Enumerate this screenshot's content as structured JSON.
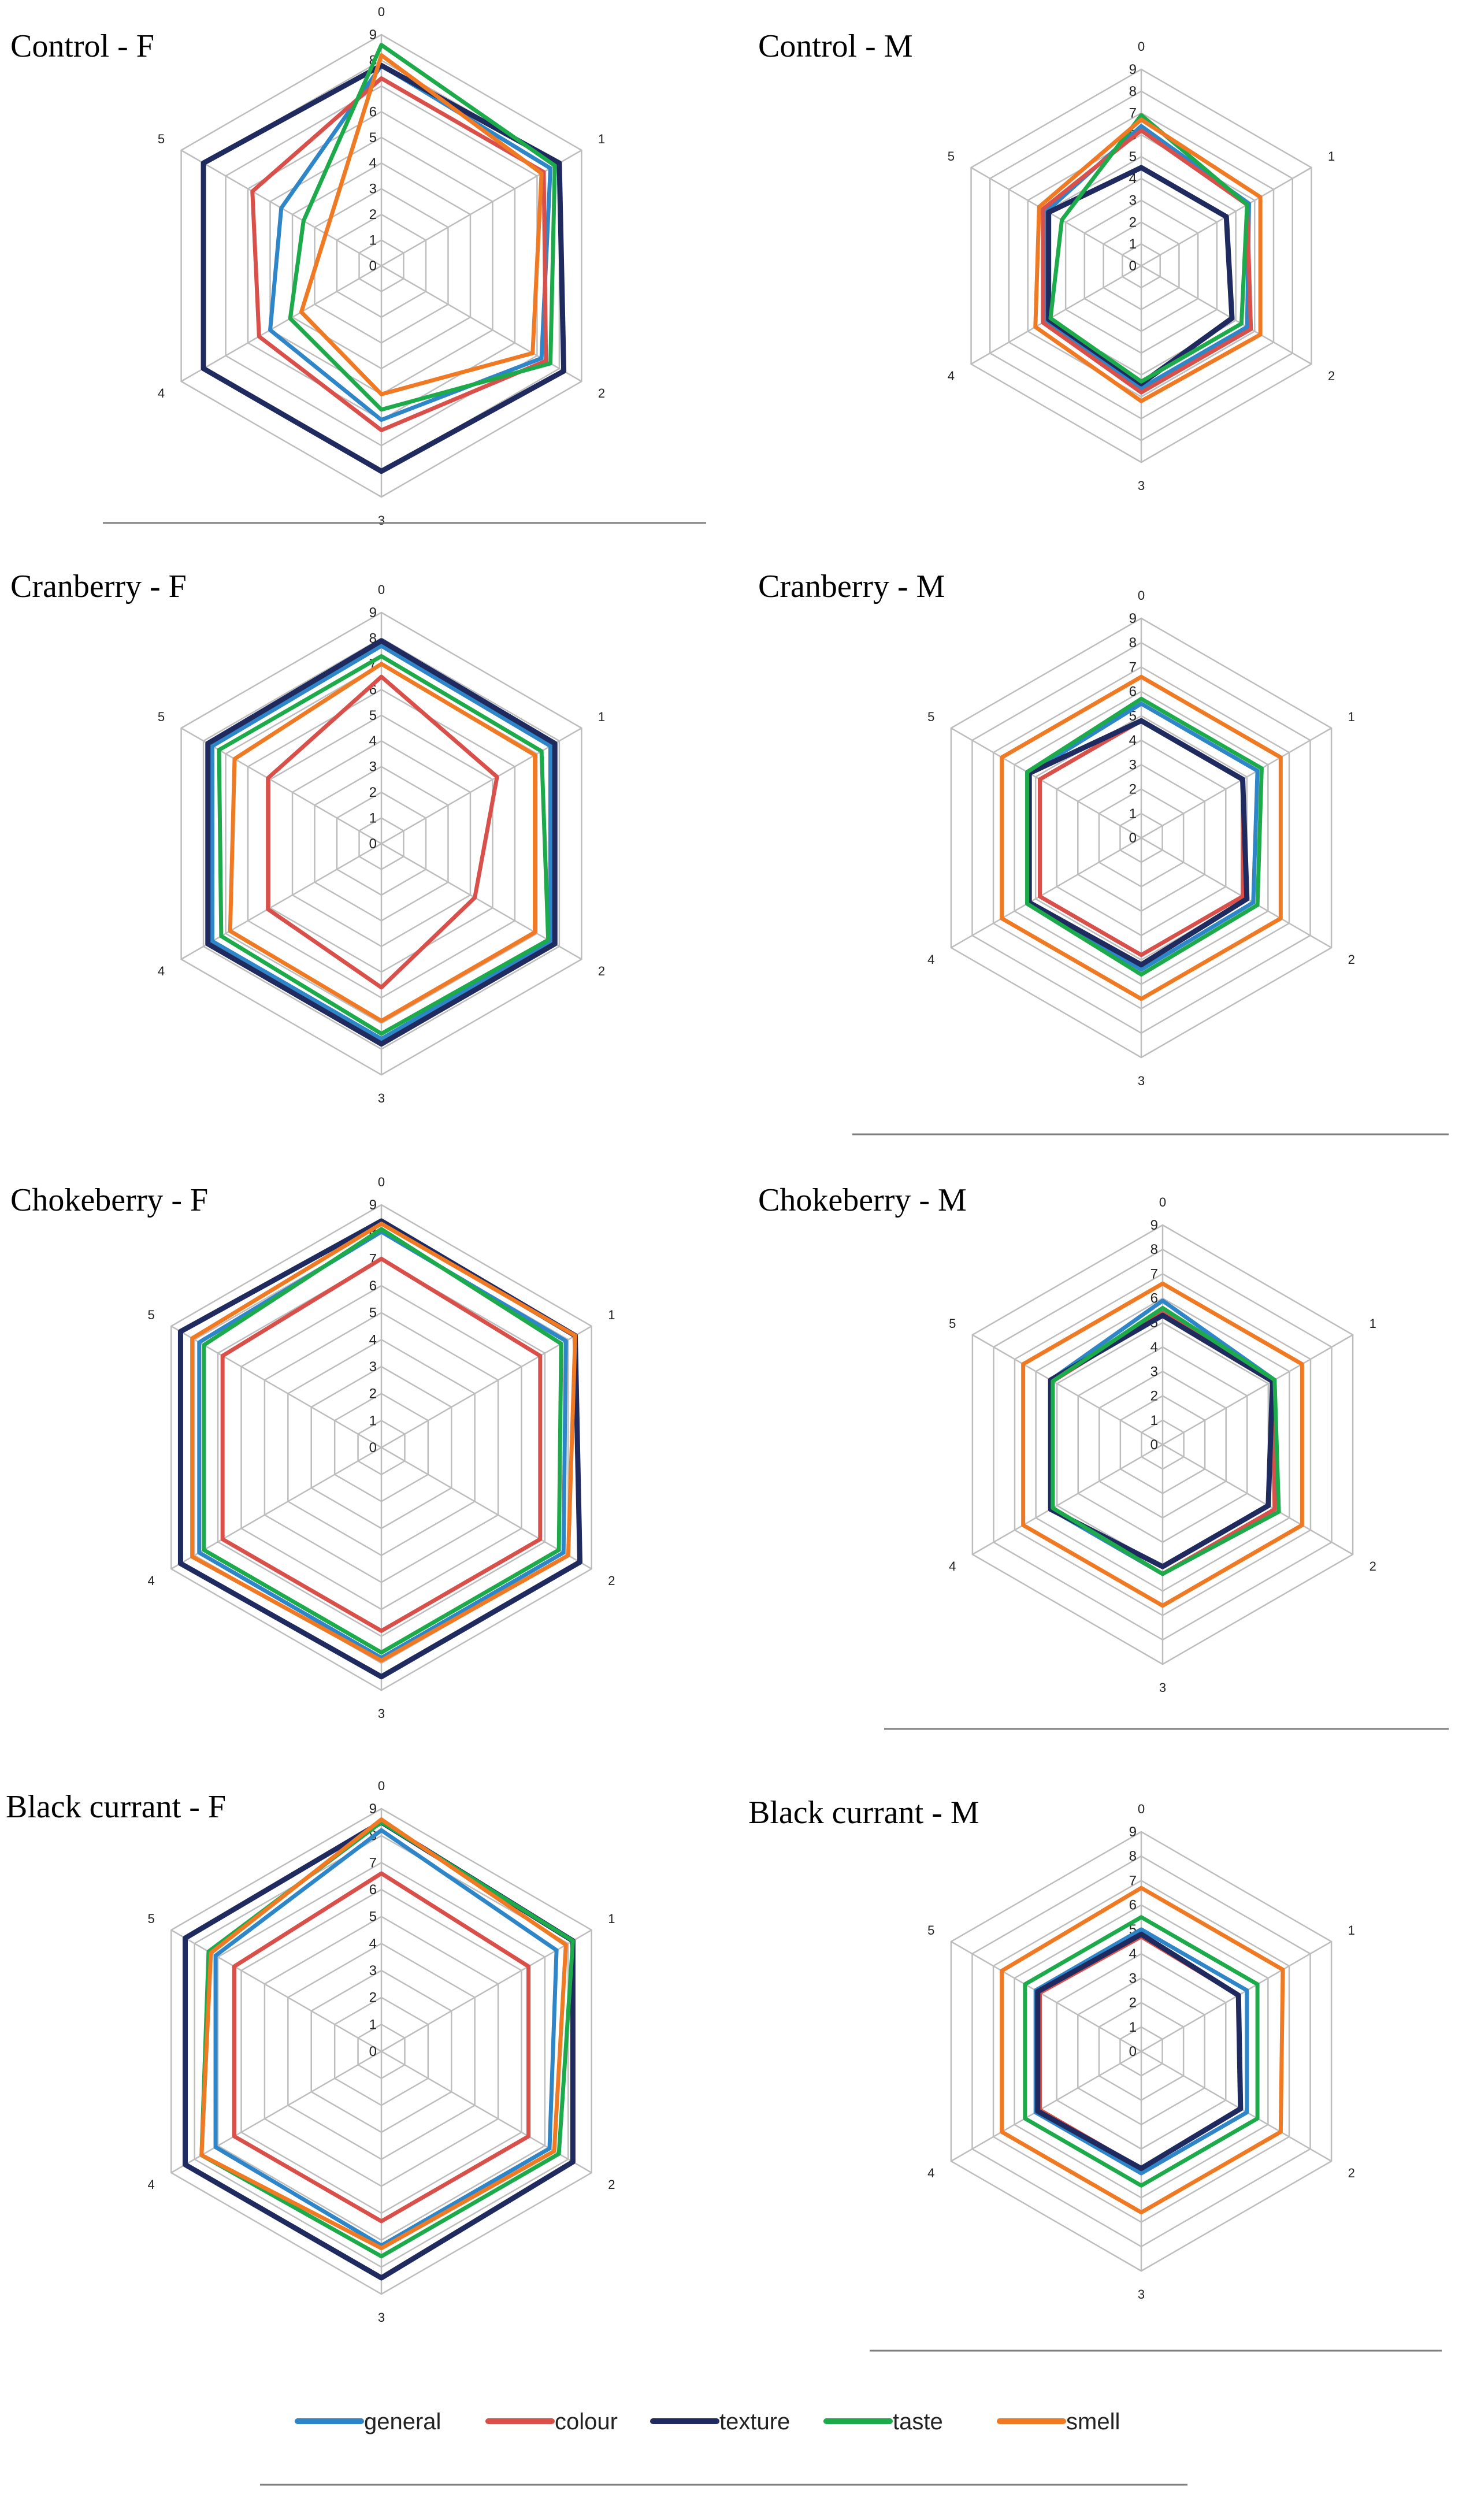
{
  "chart_data": {
    "type": "radar",
    "axes": [
      "0",
      "1",
      "2",
      "3",
      "4",
      "5"
    ],
    "radial_ticks": [
      "0",
      "1",
      "2",
      "3",
      "4",
      "5",
      "6",
      "7",
      "8",
      "9"
    ],
    "r_range": [
      0,
      9
    ],
    "legend": {
      "placement": "bottom-center",
      "items": [
        "general",
        "colour",
        "texture",
        "taste",
        "smell"
      ]
    },
    "series_colors": {
      "general": "#2E86C8",
      "colour": "#D9504B",
      "texture": "#1F2A5E",
      "taste": "#1DAA4A",
      "smell": "#F07A24"
    },
    "panels": [
      {
        "title": "Control - F",
        "series": [
          {
            "name": "general",
            "values": [
              7.8,
              7.6,
              7.2,
              6.0,
              5.0,
              4.5
            ]
          },
          {
            "name": "colour",
            "values": [
              7.3,
              7.3,
              7.4,
              6.4,
              5.5,
              5.8
            ]
          },
          {
            "name": "texture",
            "values": [
              7.8,
              8.0,
              8.2,
              8.0,
              8.0,
              8.0
            ]
          },
          {
            "name": "taste",
            "values": [
              8.6,
              7.8,
              7.6,
              5.6,
              4.1,
              3.5
            ]
          },
          {
            "name": "smell",
            "values": [
              8.2,
              7.2,
              6.8,
              5.0,
              3.6,
              2.5
            ]
          }
        ]
      },
      {
        "title": "Control - M",
        "series": [
          {
            "name": "general",
            "values": [
              6.4,
              5.7,
              5.6,
              5.6,
              5.0,
              5.0
            ]
          },
          {
            "name": "colour",
            "values": [
              6.2,
              5.6,
              5.8,
              5.8,
              5.2,
              5.2
            ]
          },
          {
            "name": "texture",
            "values": [
              4.5,
              4.5,
              4.8,
              5.4,
              4.9,
              4.9
            ]
          },
          {
            "name": "taste",
            "values": [
              6.9,
              5.6,
              5.3,
              5.3,
              4.8,
              4.2
            ]
          },
          {
            "name": "smell",
            "values": [
              6.7,
              6.3,
              6.3,
              6.2,
              5.6,
              5.4
            ]
          }
        ]
      },
      {
        "title": "Cranberry - F",
        "series": [
          {
            "name": "general",
            "values": [
              7.7,
              7.6,
              7.6,
              7.6,
              7.6,
              7.6
            ]
          },
          {
            "name": "colour",
            "values": [
              6.5,
              5.2,
              4.2,
              5.6,
              5.1,
              5.1
            ]
          },
          {
            "name": "texture",
            "values": [
              7.9,
              7.8,
              7.8,
              7.8,
              7.8,
              7.8
            ]
          },
          {
            "name": "taste",
            "values": [
              7.3,
              7.2,
              7.5,
              7.4,
              7.2,
              7.3
            ]
          },
          {
            "name": "smell",
            "values": [
              7.0,
              6.9,
              6.9,
              6.9,
              6.8,
              6.6
            ]
          }
        ]
      },
      {
        "title": "Cranberry - M",
        "series": [
          {
            "name": "general",
            "values": [
              5.5,
              5.5,
              5.3,
              5.4,
              5.3,
              5.3
            ]
          },
          {
            "name": "colour",
            "values": [
              4.8,
              4.8,
              4.8,
              4.8,
              4.8,
              4.8
            ]
          },
          {
            "name": "texture",
            "values": [
              4.8,
              4.8,
              5.0,
              5.2,
              5.3,
              5.3
            ]
          },
          {
            "name": "taste",
            "values": [
              5.7,
              5.7,
              5.5,
              5.6,
              5.4,
              5.4
            ]
          },
          {
            "name": "smell",
            "values": [
              6.6,
              6.6,
              6.6,
              6.6,
              6.6,
              6.6
            ]
          }
        ]
      },
      {
        "title": "Chokeberry - F",
        "series": [
          {
            "name": "general",
            "values": [
              8.0,
              7.9,
              7.8,
              7.8,
              7.8,
              7.8
            ]
          },
          {
            "name": "colour",
            "values": [
              7.0,
              6.8,
              6.8,
              6.8,
              6.8,
              6.8
            ]
          },
          {
            "name": "texture",
            "values": [
              8.4,
              8.3,
              8.5,
              8.5,
              8.6,
              8.6
            ]
          },
          {
            "name": "taste",
            "values": [
              8.1,
              7.7,
              7.6,
              7.6,
              7.6,
              7.6
            ]
          },
          {
            "name": "smell",
            "values": [
              8.3,
              8.3,
              8.0,
              7.9,
              8.1,
              8.1
            ]
          }
        ]
      },
      {
        "title": "Chokeberry  - M",
        "series": [
          {
            "name": "general",
            "values": [
              5.9,
              5.3,
              5.3,
              5.3,
              5.3,
              5.3
            ]
          },
          {
            "name": "colour",
            "values": [
              5.4,
              5.2,
              5.3,
              5.3,
              5.2,
              5.2
            ]
          },
          {
            "name": "texture",
            "values": [
              5.3,
              5.2,
              5.0,
              5.0,
              5.3,
              5.3
            ]
          },
          {
            "name": "taste",
            "values": [
              5.6,
              5.3,
              5.5,
              5.3,
              5.2,
              5.2
            ]
          },
          {
            "name": "smell",
            "values": [
              6.6,
              6.6,
              6.6,
              6.6,
              6.6,
              6.6
            ]
          }
        ]
      },
      {
        "title": "Black currant - F",
        "series": [
          {
            "name": "general",
            "values": [
              8.2,
              7.5,
              7.2,
              7.2,
              7.1,
              7.1
            ]
          },
          {
            "name": "colour",
            "values": [
              6.6,
              6.3,
              6.3,
              6.3,
              6.3,
              6.3
            ]
          },
          {
            "name": "texture",
            "values": [
              8.5,
              8.2,
              8.2,
              8.4,
              8.4,
              8.4
            ]
          },
          {
            "name": "taste",
            "values": [
              8.5,
              8.2,
              7.6,
              7.6,
              7.7,
              7.4
            ]
          },
          {
            "name": "smell",
            "values": [
              8.6,
              7.9,
              7.4,
              7.3,
              7.7,
              7.3
            ]
          }
        ]
      },
      {
        "title": "Black currant - M",
        "series": [
          {
            "name": "general",
            "values": [
              5.0,
              5.0,
              5.0,
              5.0,
              5.0,
              5.0
            ]
          },
          {
            "name": "colour",
            "values": [
              4.7,
              4.6,
              4.7,
              4.8,
              4.8,
              4.8
            ]
          },
          {
            "name": "texture",
            "values": [
              4.8,
              4.6,
              4.7,
              4.8,
              4.9,
              4.9
            ]
          },
          {
            "name": "taste",
            "values": [
              5.5,
              5.5,
              5.5,
              5.5,
              5.5,
              5.5
            ]
          },
          {
            "name": "smell",
            "values": [
              6.7,
              6.7,
              6.6,
              6.6,
              6.6,
              6.6
            ]
          }
        ]
      }
    ]
  }
}
